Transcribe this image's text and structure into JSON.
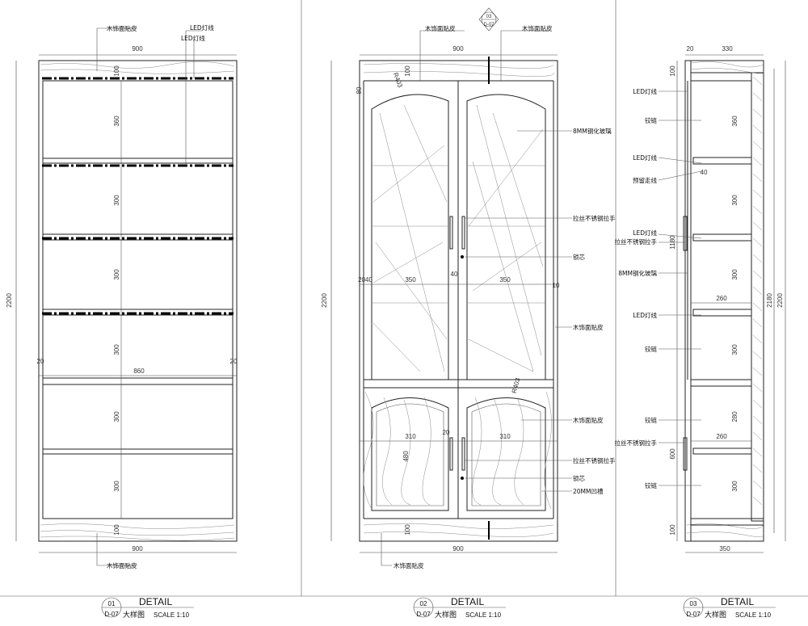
{
  "detail_title": "DETAIL",
  "detail_caption_cn": "大样图",
  "scale": "SCALE  1:10",
  "views": [
    {
      "num": "01",
      "ref": "D-07"
    },
    {
      "num": "02",
      "ref": "D-07"
    },
    {
      "num": "03",
      "ref": "D-07"
    }
  ],
  "section_mark": {
    "num": "03",
    "ref": "D-07"
  },
  "view1": {
    "labels": {
      "veneer_top": "木饰面贴皮",
      "led_a": "LED灯线",
      "led_b": "LED灯线",
      "veneer_bottom": "木饰面贴皮"
    },
    "dims": {
      "width_top": "900",
      "width_bottom": "900",
      "height": "2200",
      "inner": "860",
      "side_l": "20",
      "side_r": "20",
      "v": [
        "100",
        "360",
        "300",
        "300",
        "300",
        "300",
        "300",
        "100"
      ]
    }
  },
  "view2": {
    "labels": {
      "veneer_top_l": "木饰面贴皮",
      "veneer_top_r": "木饰面贴皮",
      "glass": "8MM钢化玻璃",
      "handle1": "拉丝不锈钢拉手",
      "lock1": "锁芯",
      "veneer_side": "木饰面贴皮",
      "veneer_door": "木饰面贴皮",
      "handle2": "拉丝不锈钢拉手",
      "lock2": "锁芯",
      "groove": "20MM凹槽",
      "veneer_bottom": "木饰面贴皮"
    },
    "dims": {
      "width_top": "900",
      "width_bottom": "900",
      "height": "2200",
      "r_upper": "R403",
      "r_lower": "R403",
      "upper_h": "2040",
      "d40": "40",
      "d350a": "350",
      "d350b": "350",
      "d310a": "310",
      "d310b": "310",
      "d20": "20",
      "d480": "480",
      "d100a": "100",
      "d100b": "100",
      "d80": "80",
      "d10": "10"
    }
  },
  "view3": {
    "labels": {
      "led1": "LED灯线",
      "hinge1": "铰链",
      "led2": "LED灯线",
      "wire": "预留走线",
      "led3": "LED灯线",
      "handle": "拉丝不锈钢拉手",
      "glass": "8MM钢化玻璃",
      "led4": "LED灯线",
      "hinge2": "铰链",
      "handle2": "拉丝不锈钢拉手",
      "hinge3": "铰链",
      "hinge4": "铰链"
    },
    "dims": {
      "top_a": "20",
      "top_b": "330",
      "bottom": "350",
      "total": "2200",
      "inner": "2180",
      "d1180": "1180",
      "d260a": "260",
      "d260b": "260",
      "d600": "600",
      "d40": "40",
      "v": [
        "100",
        "360",
        "300",
        "300",
        "300",
        "280",
        "300",
        "100"
      ]
    }
  }
}
